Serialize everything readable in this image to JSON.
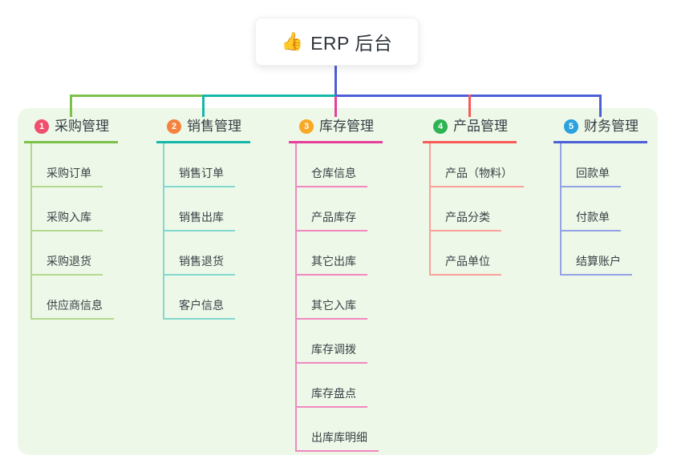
{
  "root": {
    "icon": "👍",
    "title": "ERP 后台"
  },
  "canvas": {
    "background": "#ffffff",
    "panel_background": "#edf8e8"
  },
  "connectors": {
    "root_line_color": "#4c5fd6"
  },
  "branches": [
    {
      "num": "1",
      "label": "采购管理",
      "badge_color": "#f0506e",
      "line_color": "#7cc24a",
      "child_line_color": "#b3d98c",
      "children": [
        "采购订单",
        "采购入库",
        "采购退货",
        "供应商信息"
      ]
    },
    {
      "num": "2",
      "label": "销售管理",
      "badge_color": "#f5823e",
      "line_color": "#14b8ab",
      "child_line_color": "#82d8ce",
      "children": [
        "销售订单",
        "销售出库",
        "销售退货",
        "客户信息"
      ]
    },
    {
      "num": "3",
      "label": "库存管理",
      "badge_color": "#f9a825",
      "line_color": "#e73f9b",
      "child_line_color": "#f287c1",
      "children": [
        "仓库信息",
        "产品库存",
        "其它出库",
        "其它入库",
        "库存调拨",
        "库存盘点",
        "出库库明细"
      ]
    },
    {
      "num": "4",
      "label": "产品管理",
      "badge_color": "#2eb352",
      "line_color": "#fa5a57",
      "child_line_color": "#fca09b",
      "children": [
        "产品（物料）",
        "产品分类",
        "产品单位"
      ]
    },
    {
      "num": "5",
      "label": "财务管理",
      "badge_color": "#2aa2de",
      "line_color": "#4c5fd6",
      "child_line_color": "#94a2e6",
      "children": [
        "回款单",
        "付款单",
        "结算账户"
      ]
    }
  ]
}
